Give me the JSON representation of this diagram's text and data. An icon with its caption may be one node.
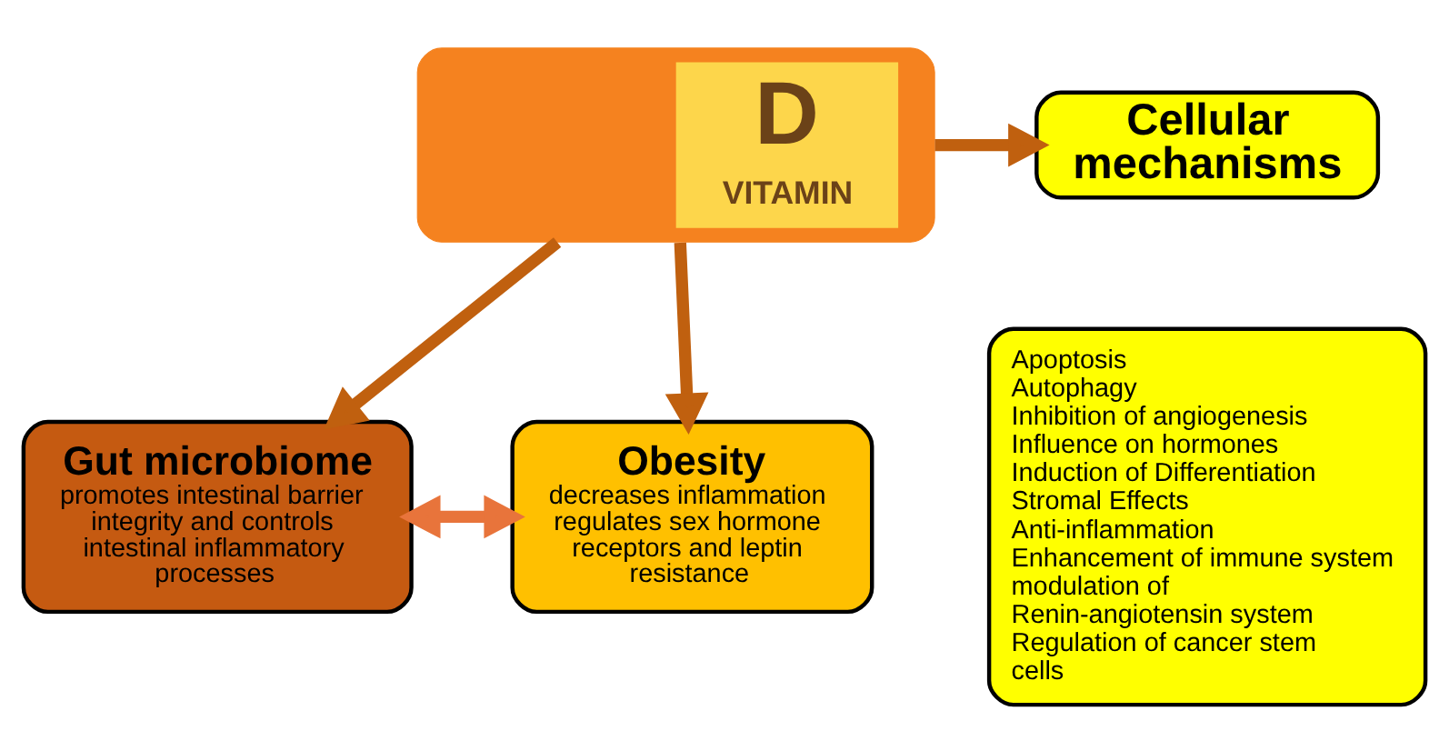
{
  "diagram": {
    "nodes": [
      {
        "text": [
          "D",
          "VITAMIN"
        ]
      },
      {
        "text": [
          "Cellular mechanisms"
        ]
      },
      {
        "text": [
          "Apoptosis",
          "Autophagy",
          "Inhibition of angiogenesis",
          "Influence on hormones",
          "Induction of Differentiation",
          "Stromal Effects",
          "Anti-inflammation",
          "Enhancement of immune system",
          "modulation of Renin-angiotensin system",
          "Regulation of cancer stem cells"
        ]
      },
      {
        "text": [
          "Gut microbiome",
          "promotes intestinal barrier integrity and controls intestinal inflammatory processes"
        ]
      },
      {
        "text": [
          "Obesity",
          "decreases inflammation regulates sex hormone receptors and leptin resistance"
        ]
      }
    ],
    "edges": [
      {
        "from": 0,
        "to": 1,
        "arrow": "to"
      },
      {
        "from": 0,
        "to": 3,
        "arrow": "to"
      },
      {
        "from": 0,
        "to": 4,
        "arrow": "to"
      },
      {
        "from": 3,
        "to": 4,
        "arrow": "both",
        "color": "#e8743b"
      }
    ]
  }
}
